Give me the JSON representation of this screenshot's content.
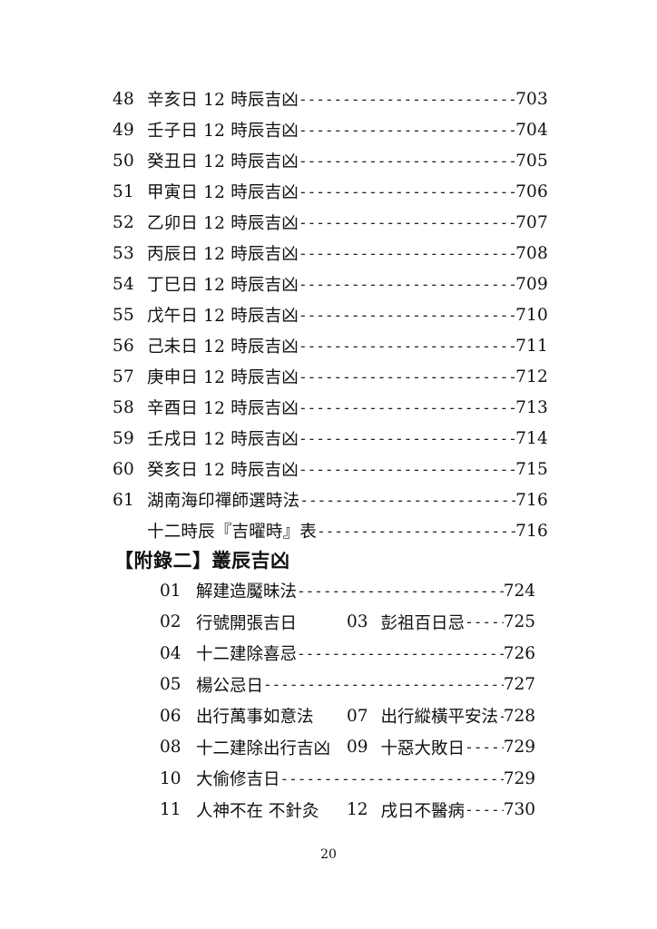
{
  "toc": [
    {
      "num": "48",
      "title": "辛亥日 12 時辰吉凶",
      "leader": "----------------------------",
      "page": "703"
    },
    {
      "num": "49",
      "title": "壬子日 12 時辰吉凶",
      "leader": "----------------------------",
      "page": "704"
    },
    {
      "num": "50",
      "title": "癸丑日 12 時辰吉凶",
      "leader": "----------------------------",
      "page": "705"
    },
    {
      "num": "51",
      "title": "甲寅日 12 時辰吉凶",
      "leader": "----------------------------",
      "page": "706"
    },
    {
      "num": "52",
      "title": "乙卯日 12 時辰吉凶",
      "leader": "----------------------------",
      "page": "707"
    },
    {
      "num": "53",
      "title": "丙辰日 12 時辰吉凶",
      "leader": "----------------------------",
      "page": "708"
    },
    {
      "num": "54",
      "title": "丁巳日 12 時辰吉凶",
      "leader": "----------------------------",
      "page": "709"
    },
    {
      "num": "55",
      "title": "戊午日 12 時辰吉凶",
      "leader": "----------------------------",
      "page": "710"
    },
    {
      "num": "56",
      "title": "己未日 12 時辰吉凶",
      "leader": "----------------------------",
      "page": "711"
    },
    {
      "num": "57",
      "title": "庚申日 12 時辰吉凶",
      "leader": "----------------------------",
      "page": "712"
    },
    {
      "num": "58",
      "title": "辛酉日 12 時辰吉凶",
      "leader": "----------------------------",
      "page": "713"
    },
    {
      "num": "59",
      "title": "壬戌日 12 時辰吉凶",
      "leader": "----------------------------",
      "page": "714"
    },
    {
      "num": "60",
      "title": "癸亥日 12 時辰吉凶",
      "leader": "----------------------------",
      "page": "715"
    },
    {
      "num": "61",
      "title": "湖南海印禪師選時法",
      "leader": "--------------------------",
      "page": "716"
    },
    {
      "num": "",
      "title": "十二時辰『吉曜時』表",
      "leader": "------------------------",
      "page": "716"
    }
  ],
  "appendix": {
    "heading": "【附錄二】叢辰吉凶",
    "rows": [
      {
        "type": "single",
        "num": "01",
        "title": "解建造魘昧法",
        "leader": "-------------------------",
        "page": "724"
      },
      {
        "type": "double",
        "num": "02",
        "title": "行號開張吉日",
        "num2": "03",
        "title2": "彭祖百日忌",
        "leader": "-----",
        "page": "725"
      },
      {
        "type": "single",
        "num": "04",
        "title": "十二建除喜忌",
        "leader": "-------------------------",
        "page": "726"
      },
      {
        "type": "single",
        "num": "05",
        "title": "楊公忌日",
        "leader": "------------------------------",
        "page": "727"
      },
      {
        "type": "double",
        "num": "06",
        "title": "出行萬事如意法",
        "num2": "07",
        "title2": "出行縱橫平安法",
        "leader": "-",
        "page": "728"
      },
      {
        "type": "double",
        "num": "08",
        "title": "十二建除出行吉凶",
        "num2": "09",
        "title2": "十惡大敗日",
        "leader": "-----",
        "page": "729"
      },
      {
        "type": "single",
        "num": "10",
        "title": "大偷修吉日",
        "leader": "----------------------------",
        "page": "729"
      },
      {
        "type": "double",
        "num": "11",
        "title": "人神不在 不針灸",
        "num2": "12",
        "title2": "戌日不醫病",
        "leader": "-----",
        "page": "730"
      }
    ]
  },
  "page_number": "20"
}
